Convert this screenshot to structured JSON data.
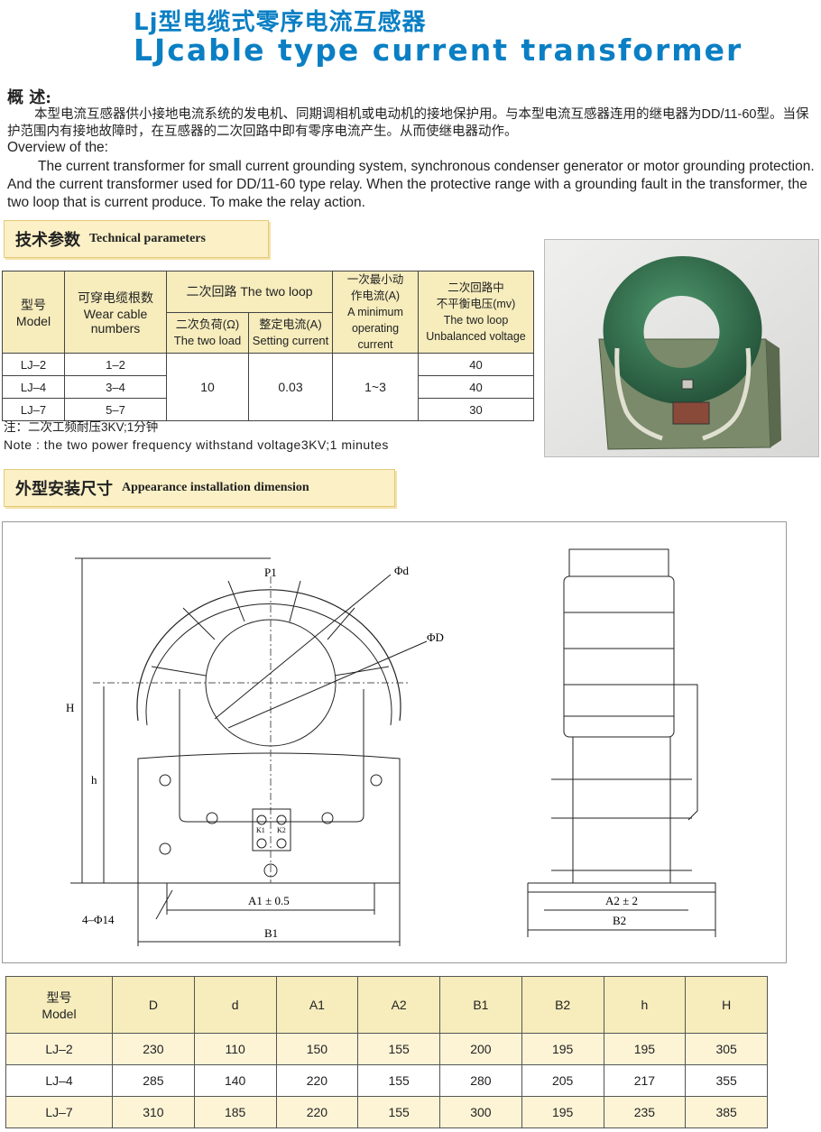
{
  "header": {
    "title_cn": "Lj型电缆式零序电流互感器",
    "title_en": "LJcable type current transformer"
  },
  "overview": {
    "heading": "概 述:",
    "text_cn": "本型电流互感器供小接地电流系统的发电机、同期调相机或电动机的接地保护用。与本型电流互感器连用的继电器为DD/11-60型。当保护范围内有接地故障时，在互感器的二次回路中即有零序电流产生。从而使继电器动作。",
    "heading_en": "Overview of the:",
    "text_en": "The current transformer for small current grounding system, synchronous condenser generator or motor grounding protection. And the current transformer used for DD/11-60 type relay. When the protective range with a grounding fault in the transformer, the two loop that is current produce. To make the relay action."
  },
  "tech_section": {
    "title_cn": "技术参数",
    "title_en": "Technical parameters"
  },
  "tech_table": {
    "headers": {
      "model_cn": "型号",
      "model_en": "Model",
      "cable_cn": "可穿电缆根数",
      "cable_en": "Wear cable numbers",
      "loop_group": "二次回路 The two loop",
      "load_cn": "二次负荷(Ω)",
      "load_en": "The two load",
      "setting_cn": "整定电流(A)",
      "setting_en": "Setting current",
      "min_cn1": "一次最小动",
      "min_cn2": "作电流(A)",
      "min_en1": "A minimum",
      "min_en2": "operating current",
      "unb_cn1": "二次回路中",
      "unb_cn2": "不平衡电压(mv)",
      "unb_en1": "The two loop",
      "unb_en2": "Unbalanced voltage"
    },
    "rows": [
      {
        "model": "LJ–2",
        "cables": "1–2",
        "unbalanced": "40"
      },
      {
        "model": "LJ–4",
        "cables": "3–4",
        "unbalanced": "40"
      },
      {
        "model": "LJ–7",
        "cables": "5–7",
        "unbalanced": "30"
      }
    ],
    "shared": {
      "load": "10",
      "setting": "0.03",
      "min_current": "1~3"
    }
  },
  "notes": {
    "cn": "注：二次工频耐压3KV;1分钟",
    "en": "Note : the two power frequency withstand voltage3KV;1 minutes"
  },
  "install_section": {
    "title_cn": "外型安装尺寸",
    "title_en": "Appearance installation dimension"
  },
  "drawing_labels": {
    "p1": "P1",
    "phi_d": "Φd",
    "phi_D": "ΦD",
    "H": "H",
    "h": "h",
    "k1": "K1",
    "k2": "K2",
    "a1": "A1 ± 0.5",
    "b1": "B1",
    "holes": "4–Φ14",
    "a2": "A2 ± 2",
    "b2": "B2"
  },
  "dim_table": {
    "header_cn": "型号",
    "header_en": "Model",
    "columns": [
      "D",
      "d",
      "A1",
      "A2",
      "B1",
      "B2",
      "h",
      "H"
    ],
    "rows": [
      {
        "model": "LJ–2",
        "values": [
          "230",
          "110",
          "150",
          "155",
          "200",
          "195",
          "195",
          "305"
        ]
      },
      {
        "model": "LJ–4",
        "values": [
          "285",
          "140",
          "220",
          "155",
          "280",
          "205",
          "217",
          "355"
        ]
      },
      {
        "model": "LJ–7",
        "values": [
          "310",
          "185",
          "220",
          "155",
          "300",
          "195",
          "235",
          "385"
        ]
      }
    ]
  },
  "colors": {
    "title": "#0a7fc4",
    "section_bg": "#fbf0c6",
    "header_bg": "#f6ecbc",
    "coil_green": "#2f6b49"
  }
}
